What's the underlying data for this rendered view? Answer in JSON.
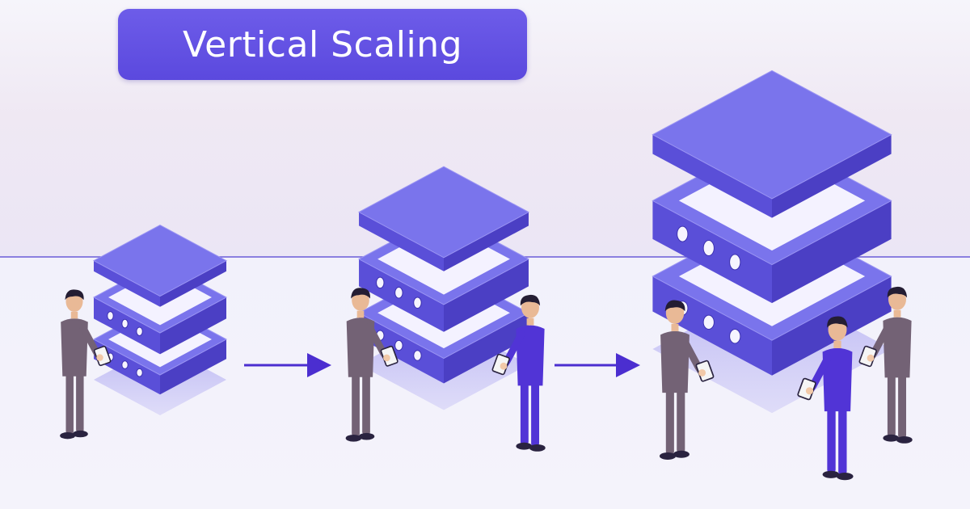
{
  "title": "Vertical Scaling",
  "colors": {
    "background_top": "#f4f1f6",
    "background_floor": "#f1f0f9",
    "server_top": "#7a74ec",
    "server_left": "#5a4fd8",
    "server_right": "#4b3fc4",
    "accent_person": "#5134d6",
    "neutral_person": "#736275",
    "arrow": "#4b2ed0"
  },
  "stages": [
    {
      "name": "small-server",
      "tiers": 2,
      "people": 1
    },
    {
      "name": "medium-server",
      "tiers": 2,
      "people": 2
    },
    {
      "name": "large-server",
      "tiers": 2,
      "people": 3
    }
  ],
  "arrows": 2,
  "icons": [
    "server-stack-icon",
    "person-icon",
    "tablet-icon",
    "arrow-right-icon"
  ]
}
